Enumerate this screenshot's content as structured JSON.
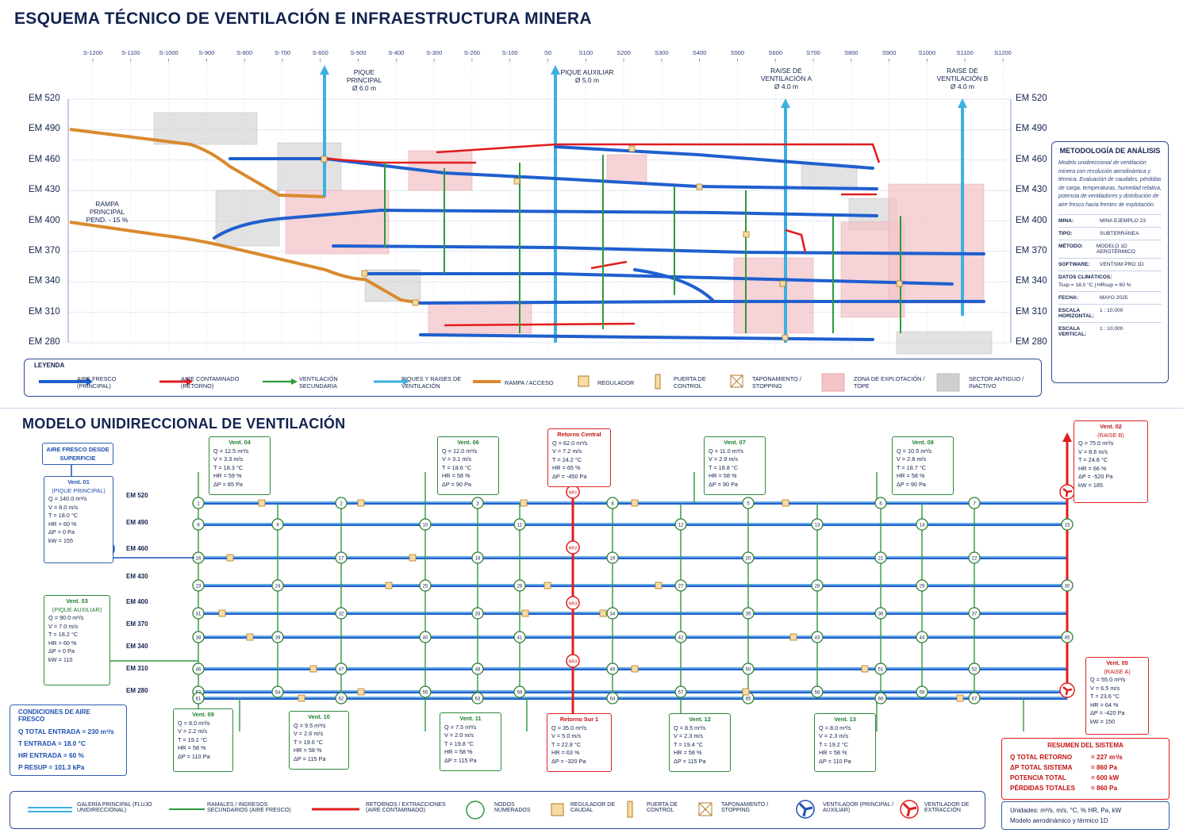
{
  "top": {
    "title": "ESQUEMA TÉCNICO DE VENTILACIÓN E INFRAESTRUCTURA MINERA",
    "stations": [
      "S-1200",
      "S-1100",
      "S-1000",
      "S-900",
      "S-800",
      "S-700",
      "S-600",
      "S-500",
      "S-400",
      "S-300",
      "S-200",
      "S-100",
      "S0",
      "S100",
      "S200",
      "S300",
      "S400",
      "S500",
      "S600",
      "S700",
      "S800",
      "S900",
      "S1000",
      "S1100",
      "S1200"
    ],
    "elevations": [
      "EM 520",
      "EM 490",
      "EM 460",
      "EM 430",
      "EM 400",
      "EM 370",
      "EM 340",
      "EM 310",
      "EM 280"
    ],
    "shafts": [
      {
        "name": "PIQUE PRINCIPAL",
        "dia": "Ø 6.0 m"
      },
      {
        "name": "PIQUE AUXILIAR",
        "dia": "Ø 5.0 m"
      },
      {
        "name": "RAISE DE VENTILACIÓN A",
        "dia": "Ø 4.0 m"
      },
      {
        "name": "RAISE DE VENTILACIÓN B",
        "dia": "Ø 4.0 m"
      }
    ],
    "ramp_label": "RAMPA PRINCIPAL",
    "ramp_grade": "PEND. - 15 %",
    "legend": {
      "title": "LEYENDA",
      "items": [
        "AIRE FRESCO (PRINCIPAL)",
        "AIRE CONTAMINADO (RETORNO)",
        "VENTILACIÓN SECUNDARIA",
        "PIQUES Y RAISES DE VENTILACIÓN",
        "RAMPA / ACCESO",
        "REGULADOR",
        "PUERTA DE CONTROL",
        "TAPONAMIENTO / STOPPING",
        "ZONA DE EXPLOTACIÓN / TOPE",
        "SECTOR ANTIGUO / INACTIVO"
      ]
    },
    "method": {
      "title": "METODOLOGÍA DE ANÁLISIS",
      "text": "Modelo unidireccional de ventilación minera con resolución aerodinámica y térmica. Evaluación de caudales, pérdidas de carga, temperaturas, humedad relativa, potencia de ventiladores y distribución de aire fresco hacia frentes de explotación.",
      "rows": [
        {
          "k": "MINA:",
          "v": "MINA EJEMPLO 23"
        },
        {
          "k": "TIPO:",
          "v": "SUBTERRÁNEA"
        },
        {
          "k": "MÉTODO:",
          "v": "MODELO 1D AEROTÉRMICO"
        },
        {
          "k": "SOFTWARE:",
          "v": "VENTSIM PRO 1D"
        },
        {
          "k": "DATOS CLIMÁTICOS:",
          "v": "Tsup = 18.0 °C   |   HRsup = 60 %"
        },
        {
          "k": "FECHA:",
          "v": "MAYO 2025"
        },
        {
          "k": "ESCALA HORIZONTAL:",
          "v": "1 : 10,000"
        },
        {
          "k": "ESCALA VERTICAL:",
          "v": "1 : 10,000"
        }
      ]
    }
  },
  "bottom": {
    "title": "MODELO UNIDIRECCIONAL DE VENTILACIÓN",
    "fresh_label": "AIRE FRESCO DESDE SUPERFICIE",
    "levels": [
      "EM 520",
      "EM 490",
      "EM 460",
      "EM 430",
      "EM 400",
      "EM 370",
      "EM 340",
      "EM 310",
      "EM 280"
    ],
    "boxes": [
      {
        "id": "v01",
        "t": "Vent. 01",
        "s": "(PIQUE PRINCIPAL)",
        "lines": [
          "Q = 140.0 m³/s",
          "V = 8.0 m/s",
          "T = 18.0 °C",
          "HR = 60 %",
          "ΔP = 0 Pa",
          "kW = 155"
        ]
      },
      {
        "id": "v03",
        "t": "Vent. 03",
        "s": "(PIQUE AUXILIAR)",
        "lines": [
          "Q = 90.0 m³/s",
          "V = 7.0 m/s",
          "T = 18.2 °C",
          "HR = 60 %",
          "ΔP = 0 Pa",
          "kW = 110"
        ]
      },
      {
        "id": "v04",
        "t": "Vent. 04",
        "s": "",
        "lines": [
          "Q = 12.5 m³/s",
          "V = 3.3 m/s",
          "T = 18.3 °C",
          "HR = 59 %",
          "ΔP = 85 Pa"
        ]
      },
      {
        "id": "v06",
        "t": "Vent. 06",
        "s": "",
        "lines": [
          "Q = 12.0 m³/s",
          "V = 3.1 m/s",
          "T = 18.6 °C",
          "HR = 58 %",
          "ΔP = 90 Pa"
        ]
      },
      {
        "id": "rc",
        "t": "Retorno Central",
        "s": "",
        "lines": [
          "Q = 62.0 m³/s",
          "V = 7.2 m/s",
          "T = 24.2 °C",
          "HR = 65 %",
          "ΔP = -450 Pa"
        ]
      },
      {
        "id": "v07",
        "t": "Vent. 07",
        "s": "",
        "lines": [
          "Q = 11.0 m³/s",
          "V = 2.9 m/s",
          "T = 18.8 °C",
          "HR = 58 %",
          "ΔP = 90 Pa"
        ]
      },
      {
        "id": "v08",
        "t": "Vent. 08",
        "s": "",
        "lines": [
          "Q = 10.5 m³/s",
          "V = 2.8 m/s",
          "T = 18.7 °C",
          "HR = 58 %",
          "ΔP = 90 Pa"
        ]
      },
      {
        "id": "v02",
        "t": "Vent. 02",
        "s": "(RAISE B)",
        "lines": [
          "Q = 75.0 m³/s",
          "V = 8.6 m/s",
          "T = 24.8 °C",
          "HR = 66 %",
          "ΔP = -520 Pa",
          "kW = 185"
        ]
      },
      {
        "id": "v05",
        "t": "Vent. 05",
        "s": "(RAISE A)",
        "lines": [
          "Q = 55.0 m³/s",
          "V = 6.5 m/s",
          "T = 23.6 °C",
          "HR = 64 %",
          "ΔP = -420 Pa",
          "kW = 150"
        ]
      },
      {
        "id": "v09",
        "t": "Vent. 09",
        "s": "",
        "lines": [
          "Q = 8.0 m³/s",
          "V = 2.2 m/s",
          "T = 19.2 °C",
          "HR = 58 %",
          "ΔP = 110 Pa"
        ]
      },
      {
        "id": "v10",
        "t": "Vent. 10",
        "s": "",
        "lines": [
          "Q = 9.5 m³/s",
          "V = 2.6 m/s",
          "T = 19.6 °C",
          "HR = 58 %",
          "ΔP = 115 Pa"
        ]
      },
      {
        "id": "v11",
        "t": "Vent. 11",
        "s": "",
        "lines": [
          "Q = 7.5 m³/s",
          "V = 2.0 m/s",
          "T = 19.8 °C",
          "HR = 58 %",
          "ΔP = 115 Pa"
        ]
      },
      {
        "id": "rs1",
        "t": "Retorno Sur 1",
        "s": "",
        "lines": [
          "Q = 35.0 m³/s",
          "V = 5.0 m/s",
          "T = 22.8 °C",
          "HR = 63 %",
          "ΔP = -320 Pa"
        ]
      },
      {
        "id": "v12",
        "t": "Vent. 12",
        "s": "",
        "lines": [
          "Q = 8.5 m³/s",
          "V = 2.3 m/s",
          "T = 19.4 °C",
          "HR = 58 %",
          "ΔP = 115 Pa"
        ]
      },
      {
        "id": "v13",
        "t": "Vent. 13",
        "s": "",
        "lines": [
          "Q = 8.0 m³/s",
          "V = 2.3 m/s",
          "T = 19.2 °C",
          "HR = 58 %",
          "ΔP = 110 Pa"
        ]
      }
    ],
    "conditions": {
      "title": "CONDICIONES DE AIRE FRESCO",
      "lines": [
        "Q TOTAL ENTRADA = 230 m³/s",
        "T ENTRADA = 18.0 °C",
        "HR ENTRADA = 60 %",
        "P RESUP = 101.3 kPa"
      ]
    },
    "summary": {
      "title": "RESUMEN DEL SISTEMA",
      "rows": [
        {
          "k": "Q TOTAL RETORNO",
          "v": "= 227 m³/s"
        },
        {
          "k": "ΔP TOTAL SISTEMA",
          "v": "= 860 Pa"
        },
        {
          "k": "POTENCIA TOTAL",
          "v": "= 600 kW"
        },
        {
          "k": "PÉRDIDAS TOTALES",
          "v": "= 860 Pa"
        }
      ]
    },
    "units": [
      "Unidades: m³/s, m/s, °C, % HR, Pa, kW",
      "Modelo aerodinámico y térmico 1D"
    ],
    "legend": [
      "GALERÍA PRINCIPAL (FLUJO UNIDIRECCIONAL)",
      "RAMALES / INGRESOS SECUNDARIOS (AIRE FRESCO)",
      "RETORNOS / EXTRACCIONES (AIRE CONTAMINADO)",
      "NODOS NUMERADOS",
      "REGULADOR DE CAUDAL",
      "PUERTA DE CONTROL",
      "TAPONAMIENTO / STOPPING",
      "VENTILADOR (PRINCIPAL / AUXILIAR)",
      "VENTILADOR DE EXTRACCIÓN"
    ],
    "node_labels": [
      "NR1",
      "NR2",
      "NR3",
      "NR3",
      "NR1"
    ]
  },
  "colors": {
    "fresh": "#1f5fcf",
    "return": "#e11d1d",
    "secondary": "#2e9a3a",
    "shaft": "#3eb0e0",
    "ramp": "#d98a2e",
    "zone": "#f3c4c8",
    "inactive": "#cfcfcf",
    "navy": "#13234f"
  }
}
